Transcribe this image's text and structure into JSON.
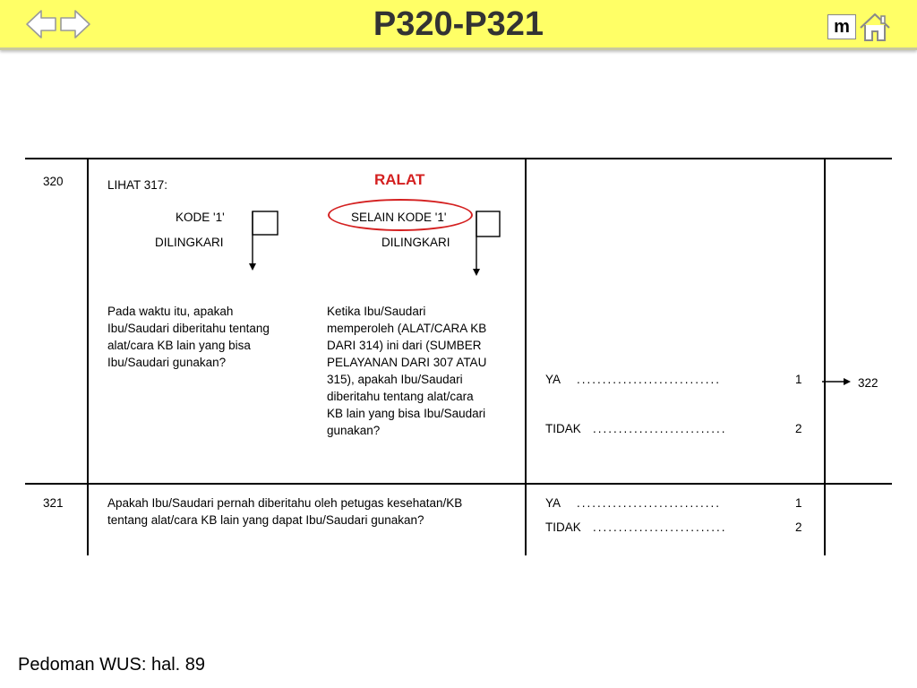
{
  "header": {
    "title": "P320-P321",
    "menu_label": "m"
  },
  "q320": {
    "number": "320",
    "see_label": "LIHAT 317:",
    "ralat_label": "RALAT",
    "left_code": "KODE '1'",
    "left_circled": "DILINGKARI",
    "right_code": "SELAIN KODE '1'",
    "right_circled": "DILINGKARI",
    "left_question": [
      "Pada waktu itu, apakah",
      "Ibu/Saudari diberitahu tentang",
      "alat/cara KB lain yang bisa",
      "Ibu/Saudari gunakan?"
    ],
    "right_question": [
      "Ketika Ibu/Saudari",
      "memperoleh (ALAT/CARA KB",
      "DARI 314) ini dari (SUMBER",
      "PELAYANAN DARI 307 ATAU",
      "315), apakah Ibu/Saudari",
      "diberitahu tentang alat/cara",
      "KB lain yang bisa Ibu/Saudari",
      "gunakan?"
    ],
    "answers": [
      {
        "label": "YA",
        "dots": "............................",
        "code": "1",
        "skip": "322"
      },
      {
        "label": "TIDAK",
        "dots": "..........................",
        "code": "2"
      }
    ]
  },
  "q321": {
    "number": "321",
    "question": [
      "Apakah Ibu/Saudari pernah diberitahu oleh petugas kesehatan/KB",
      "tentang alat/cara KB lain yang dapat Ibu/Saudari gunakan?"
    ],
    "answers": [
      {
        "label": "YA",
        "dots": "............................",
        "code": "1"
      },
      {
        "label": "TIDAK",
        "dots": "..........................",
        "code": "2"
      }
    ]
  },
  "footer": {
    "text": "Pedoman WUS:  hal. 89"
  },
  "colors": {
    "header_bg": "#ffff66",
    "ralat": "#d42020"
  }
}
